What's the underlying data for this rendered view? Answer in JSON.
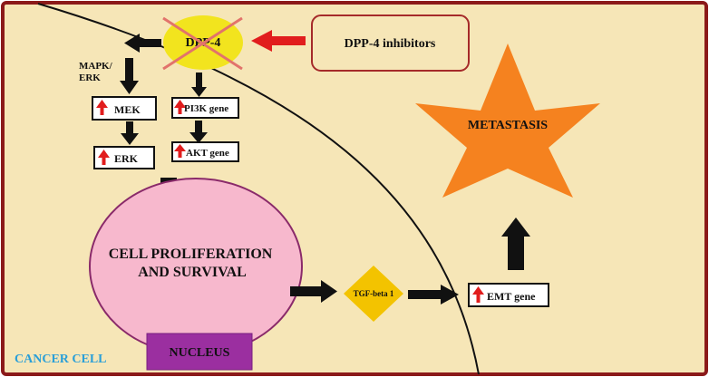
{
  "nodes": {
    "dpp4": "DPP-4",
    "inhibitors": "DPP-4 inhibitors",
    "mapk_erk": [
      "MAPK/",
      "ERK"
    ],
    "mek": "MEK",
    "erk": "ERK",
    "pi3k": "PI3K gene",
    "akt": "AKT gene",
    "cell_proliferation": [
      "CELL PROLIFERATION",
      "AND SURVIVAL"
    ],
    "nucleus": "NUCLEUS",
    "tgf_beta": "TGF-beta 1",
    "emt": "EMT gene",
    "metastasis": "METASTASIS",
    "cancer_cell": "CANCER CELL"
  },
  "colors": {
    "background": "#f6e6b7",
    "border": "#8b1a1a",
    "dpp4_fill": "#f2e41e",
    "cross": "#e2736b",
    "inhibitor_arrow": "#e11d1d",
    "up_arrow": "#e11d1d",
    "proliferation_fill": "#f7b8cd",
    "proliferation_stroke": "#8a2a6a",
    "nucleus_fill": "#9b2fa0",
    "tgf_fill": "#f3c300",
    "star_fill": "#f5821f",
    "cancer_cell_text": "#2a9fd8"
  }
}
